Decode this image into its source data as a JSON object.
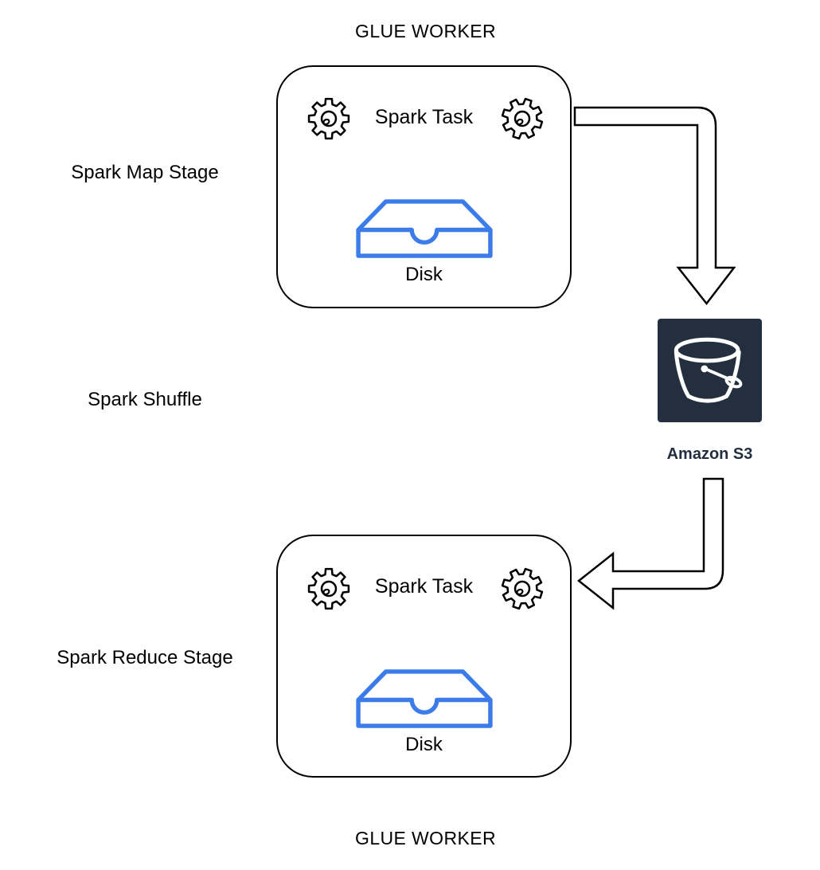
{
  "diagram": {
    "title_top": "GLUE WORKER",
    "title_bottom": "GLUE WORKER",
    "stage_labels": {
      "map": "Spark Map Stage",
      "shuffle": "Spark Shuffle",
      "reduce": "Spark Reduce Stage"
    },
    "workers": {
      "top": {
        "task": "Spark Task",
        "disk": "Disk"
      },
      "bottom": {
        "task": "Spark Task",
        "disk": "Disk"
      }
    },
    "s3_label": "Amazon S3",
    "icons": {
      "gear": "gear-icon",
      "disk": "disk-tray-icon",
      "s3": "s3-bucket-icon"
    },
    "colors": {
      "line": "#000000",
      "disk_blue": "#3B7CEA",
      "s3_background": "#232F3E",
      "s3_label": "#232F3E"
    }
  }
}
